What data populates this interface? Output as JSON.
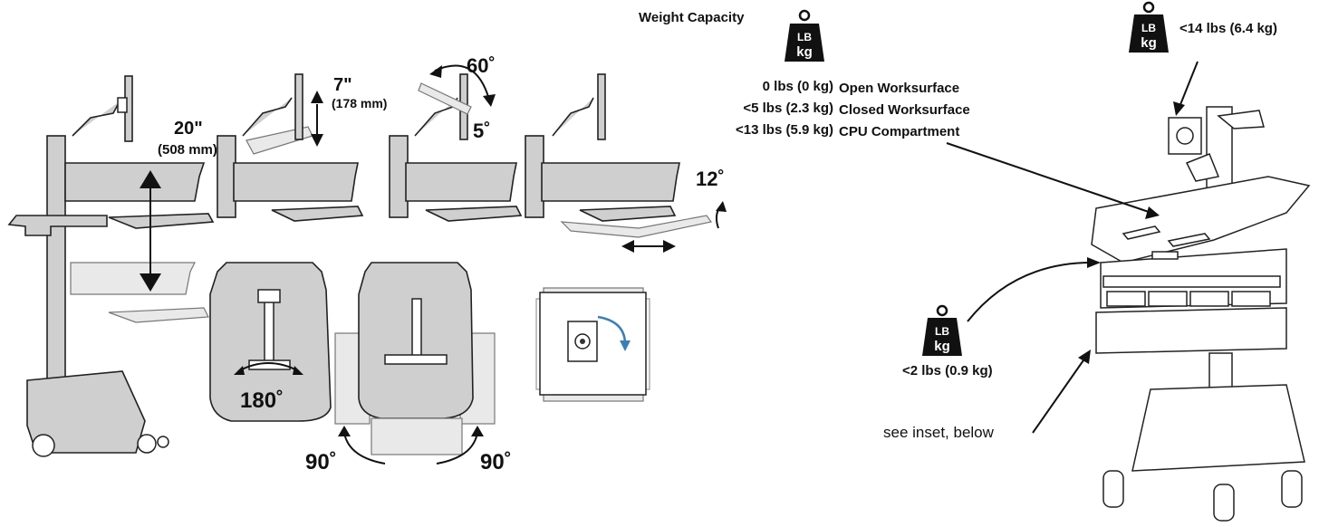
{
  "capacity": {
    "title": "Weight Capacity",
    "rows": [
      {
        "weight": "0 lbs (0 kg)",
        "label": "Open Worksurface"
      },
      {
        "weight": "<5 lbs (2.3 kg)",
        "label": "Closed Worksurface"
      },
      {
        "weight": "<13 lbs (5.9 kg)",
        "label": "CPU Compartment"
      }
    ],
    "monitor_weight": "<14 lbs (6.4 kg)",
    "drawer_weight": "<2 lbs (0.9 kg)",
    "weight_icon_top": "LB",
    "weight_icon_bottom": "kg"
  },
  "adjustments": {
    "height_travel": "20\"",
    "height_travel_mm": "(508 mm)",
    "monitor_lift": "7\"",
    "monitor_lift_mm": "(178 mm)",
    "tilt_up": "60˚",
    "tilt_down": "5˚",
    "keyboard_tilt": "12˚",
    "worksurface_swivel": "180˚",
    "keyboard_rotate_left": "90˚",
    "keyboard_rotate_right": "90˚"
  },
  "inset_note": "see inset, below",
  "colors": {
    "accent_arrow": "#3a7fb5",
    "cart_fill": "#cfcfcf"
  }
}
